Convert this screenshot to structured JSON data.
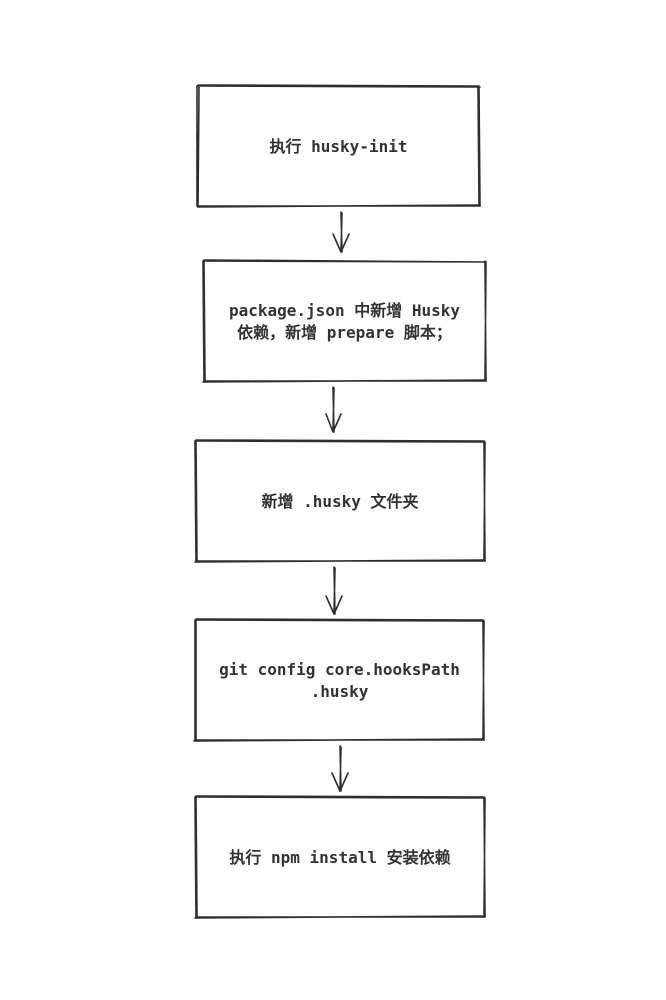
{
  "colors": {
    "stroke": "#2e2e2e",
    "text": "#333333",
    "background": "#ffffff",
    "faint_text": "#c8c8c8"
  },
  "steps": [
    {
      "text": "执行 husky-init"
    },
    {
      "text": "package.json 中新增 Husky\n依赖，新增 prepare 脚本；"
    },
    {
      "text": "新增 .husky 文件夹"
    },
    {
      "text": "git config core.hooksPath\n.husky"
    },
    {
      "text": "执行 npm install 安装依赖"
    }
  ]
}
